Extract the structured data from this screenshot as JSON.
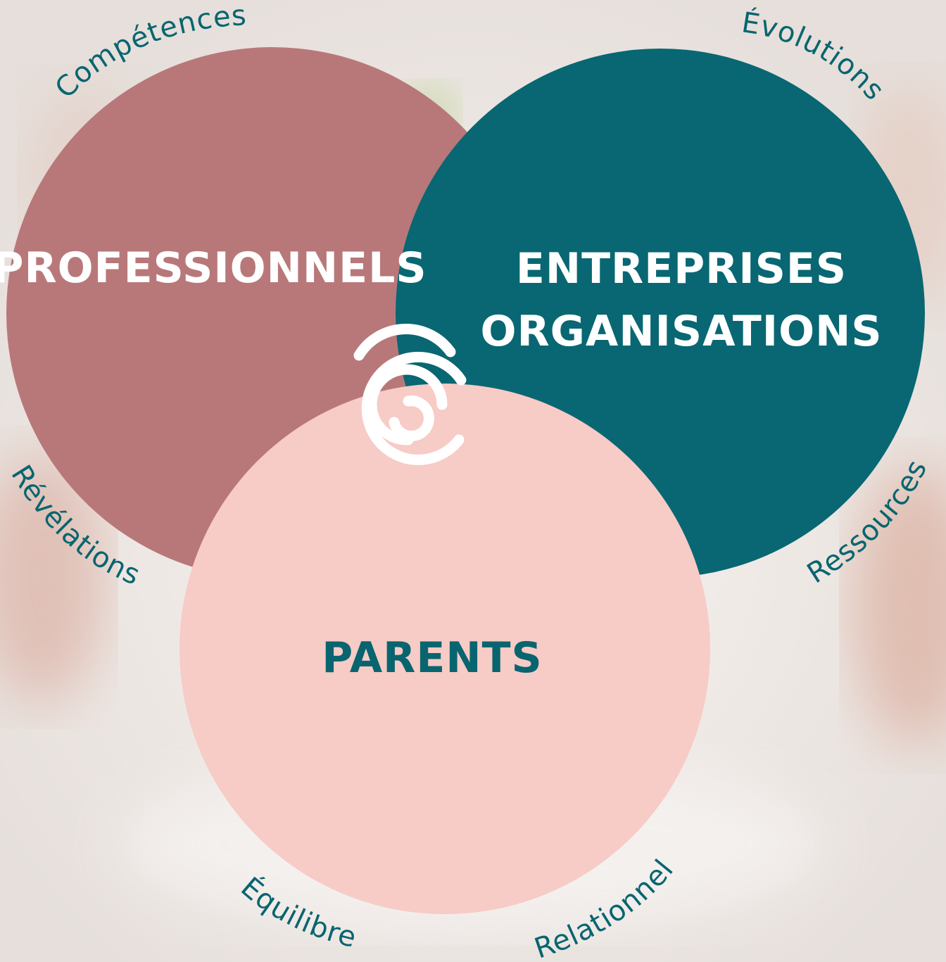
{
  "colors": {
    "professionnels": "#b8787a",
    "entreprises": "#086772",
    "parents": "#f7cbc6",
    "label_light": "#ffffff",
    "label_dark": "#08656f",
    "spiral": "#ffffff"
  },
  "circles": {
    "professionnels": {
      "label": "PROFESSIONNELS"
    },
    "entreprises": {
      "label_line1": "ENTREPRISES",
      "label_line2": "ORGANISATIONS"
    },
    "parents": {
      "label": "PARENTS"
    }
  },
  "keywords": {
    "competences": "Compétences",
    "evolutions": "Évolutions",
    "ressources": "Ressources",
    "relationnel": "Relationnel",
    "equilibre": "Équilibre",
    "revelations": "Révélations"
  },
  "center_icon": "spiral-icon"
}
